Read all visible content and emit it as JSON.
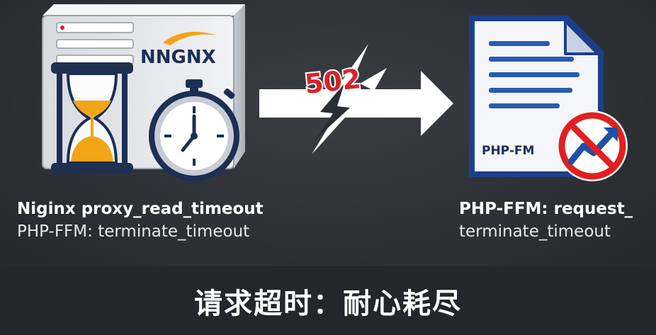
{
  "server": {
    "logo_text": "NNGNX"
  },
  "error": {
    "code": "502"
  },
  "document": {
    "label": "PHP-FM"
  },
  "left_caption": {
    "line1": "Niginx  proxy_read_timeout",
    "line2": "PHP-FFM: terminate_timeout"
  },
  "right_caption": {
    "line1": "PHP-FFM: request_",
    "line2": "terminate_timeout"
  },
  "footer": {
    "title": "请求超时：耐心耗尽"
  },
  "colors": {
    "background": "#2f3338",
    "footer_bg": "#23262a",
    "server_body": "#e6e8eb",
    "sand": "#f2a516",
    "navy": "#1c2f54",
    "error_red": "#d9232b",
    "document_blue": "#1d3f8a",
    "document_bg": "#f4f6fa",
    "prohibit_red": "#e02020",
    "trend_blue": "#1f4fa8"
  },
  "icons": [
    "server-icon",
    "hourglass-icon",
    "stopwatch-icon",
    "arrow-icon",
    "broken-connection-icon",
    "document-icon",
    "prohibited-icon",
    "trend-up-icon"
  ]
}
